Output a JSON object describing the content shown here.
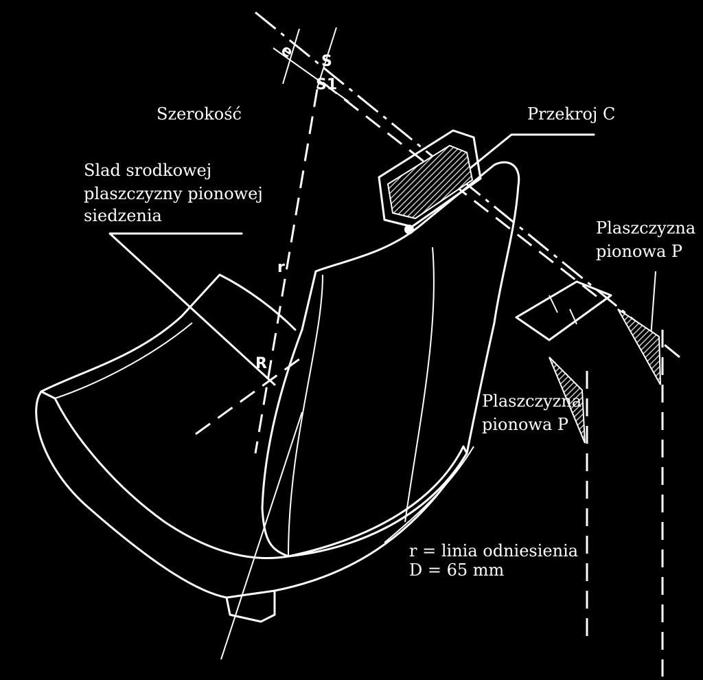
{
  "labels": {
    "width": "Szerokość",
    "section": "Przekroj C",
    "trace_line1": "Slad srodkowej",
    "trace_line2": "plaszczyzny pionowej",
    "trace_line3": "siedzenia",
    "plane_right_line1": "Plaszczyzna",
    "plane_right_line2": "pionowa P",
    "plane_mid_line1": "Plaszczyzna",
    "plane_mid_line2": "pionowa P",
    "ref_line": "r = linia odniesienia",
    "distance": "D = 65 mm"
  },
  "symbols": {
    "s": "S",
    "s1": "S1",
    "e": "e",
    "r_small": "r",
    "r_big": "R"
  }
}
